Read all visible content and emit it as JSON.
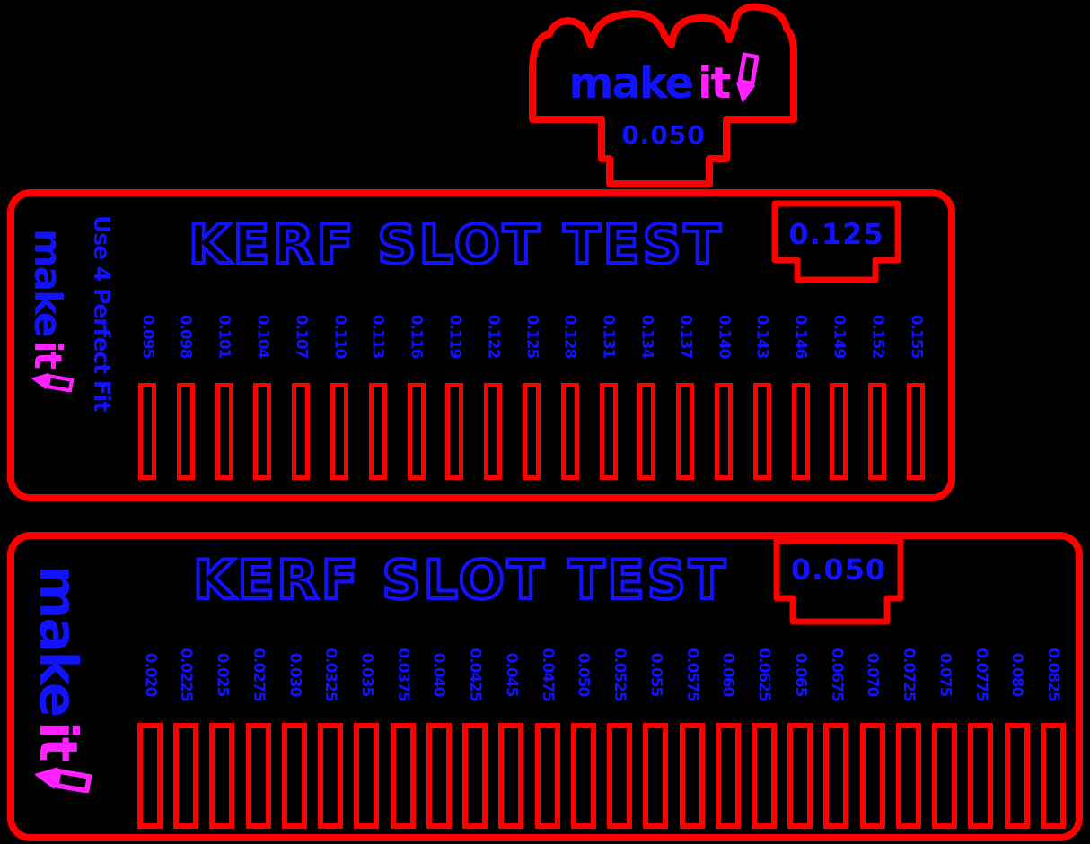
{
  "colors": {
    "cut_line": "#ff0000",
    "engrave_text": "#1212ff",
    "logo_accent": "#ff22ff",
    "background": "#000000"
  },
  "gauge": {
    "logo_make": "make",
    "logo_it": "it",
    "value": "0.050"
  },
  "panels": [
    {
      "title": "KERF SLOT TEST",
      "socket_value": "0.125",
      "side_logo_make": "make",
      "side_logo_it": "it",
      "side_tagline": "Use 4 Perfect Fit",
      "slot_labels": [
        "0.095",
        "0.098",
        "0.101",
        "0.104",
        "0.107",
        "0.110",
        "0.113",
        "0.116",
        "0.119",
        "0.122",
        "0.125",
        "0.128",
        "0.131",
        "0.134",
        "0.137",
        "0.140",
        "0.143",
        "0.146",
        "0.149",
        "0.152",
        "0.155"
      ]
    },
    {
      "title": "KERF SLOT TEST",
      "socket_value": "0.050",
      "side_logo_make": "make",
      "side_logo_it": "it",
      "slot_labels": [
        "0.020",
        "0.0225",
        "0.025",
        "0.0275",
        "0.030",
        "0.0325",
        "0.035",
        "0.0375",
        "0.040",
        "0.0425",
        "0.045",
        "0.0475",
        "0.050",
        "0.0525",
        "0.055",
        "0.0575",
        "0.060",
        "0.0625",
        "0.065",
        "0.0675",
        "0.070",
        "0.0725",
        "0.075",
        "0.0775",
        "0.080",
        "0.0825"
      ]
    }
  ]
}
